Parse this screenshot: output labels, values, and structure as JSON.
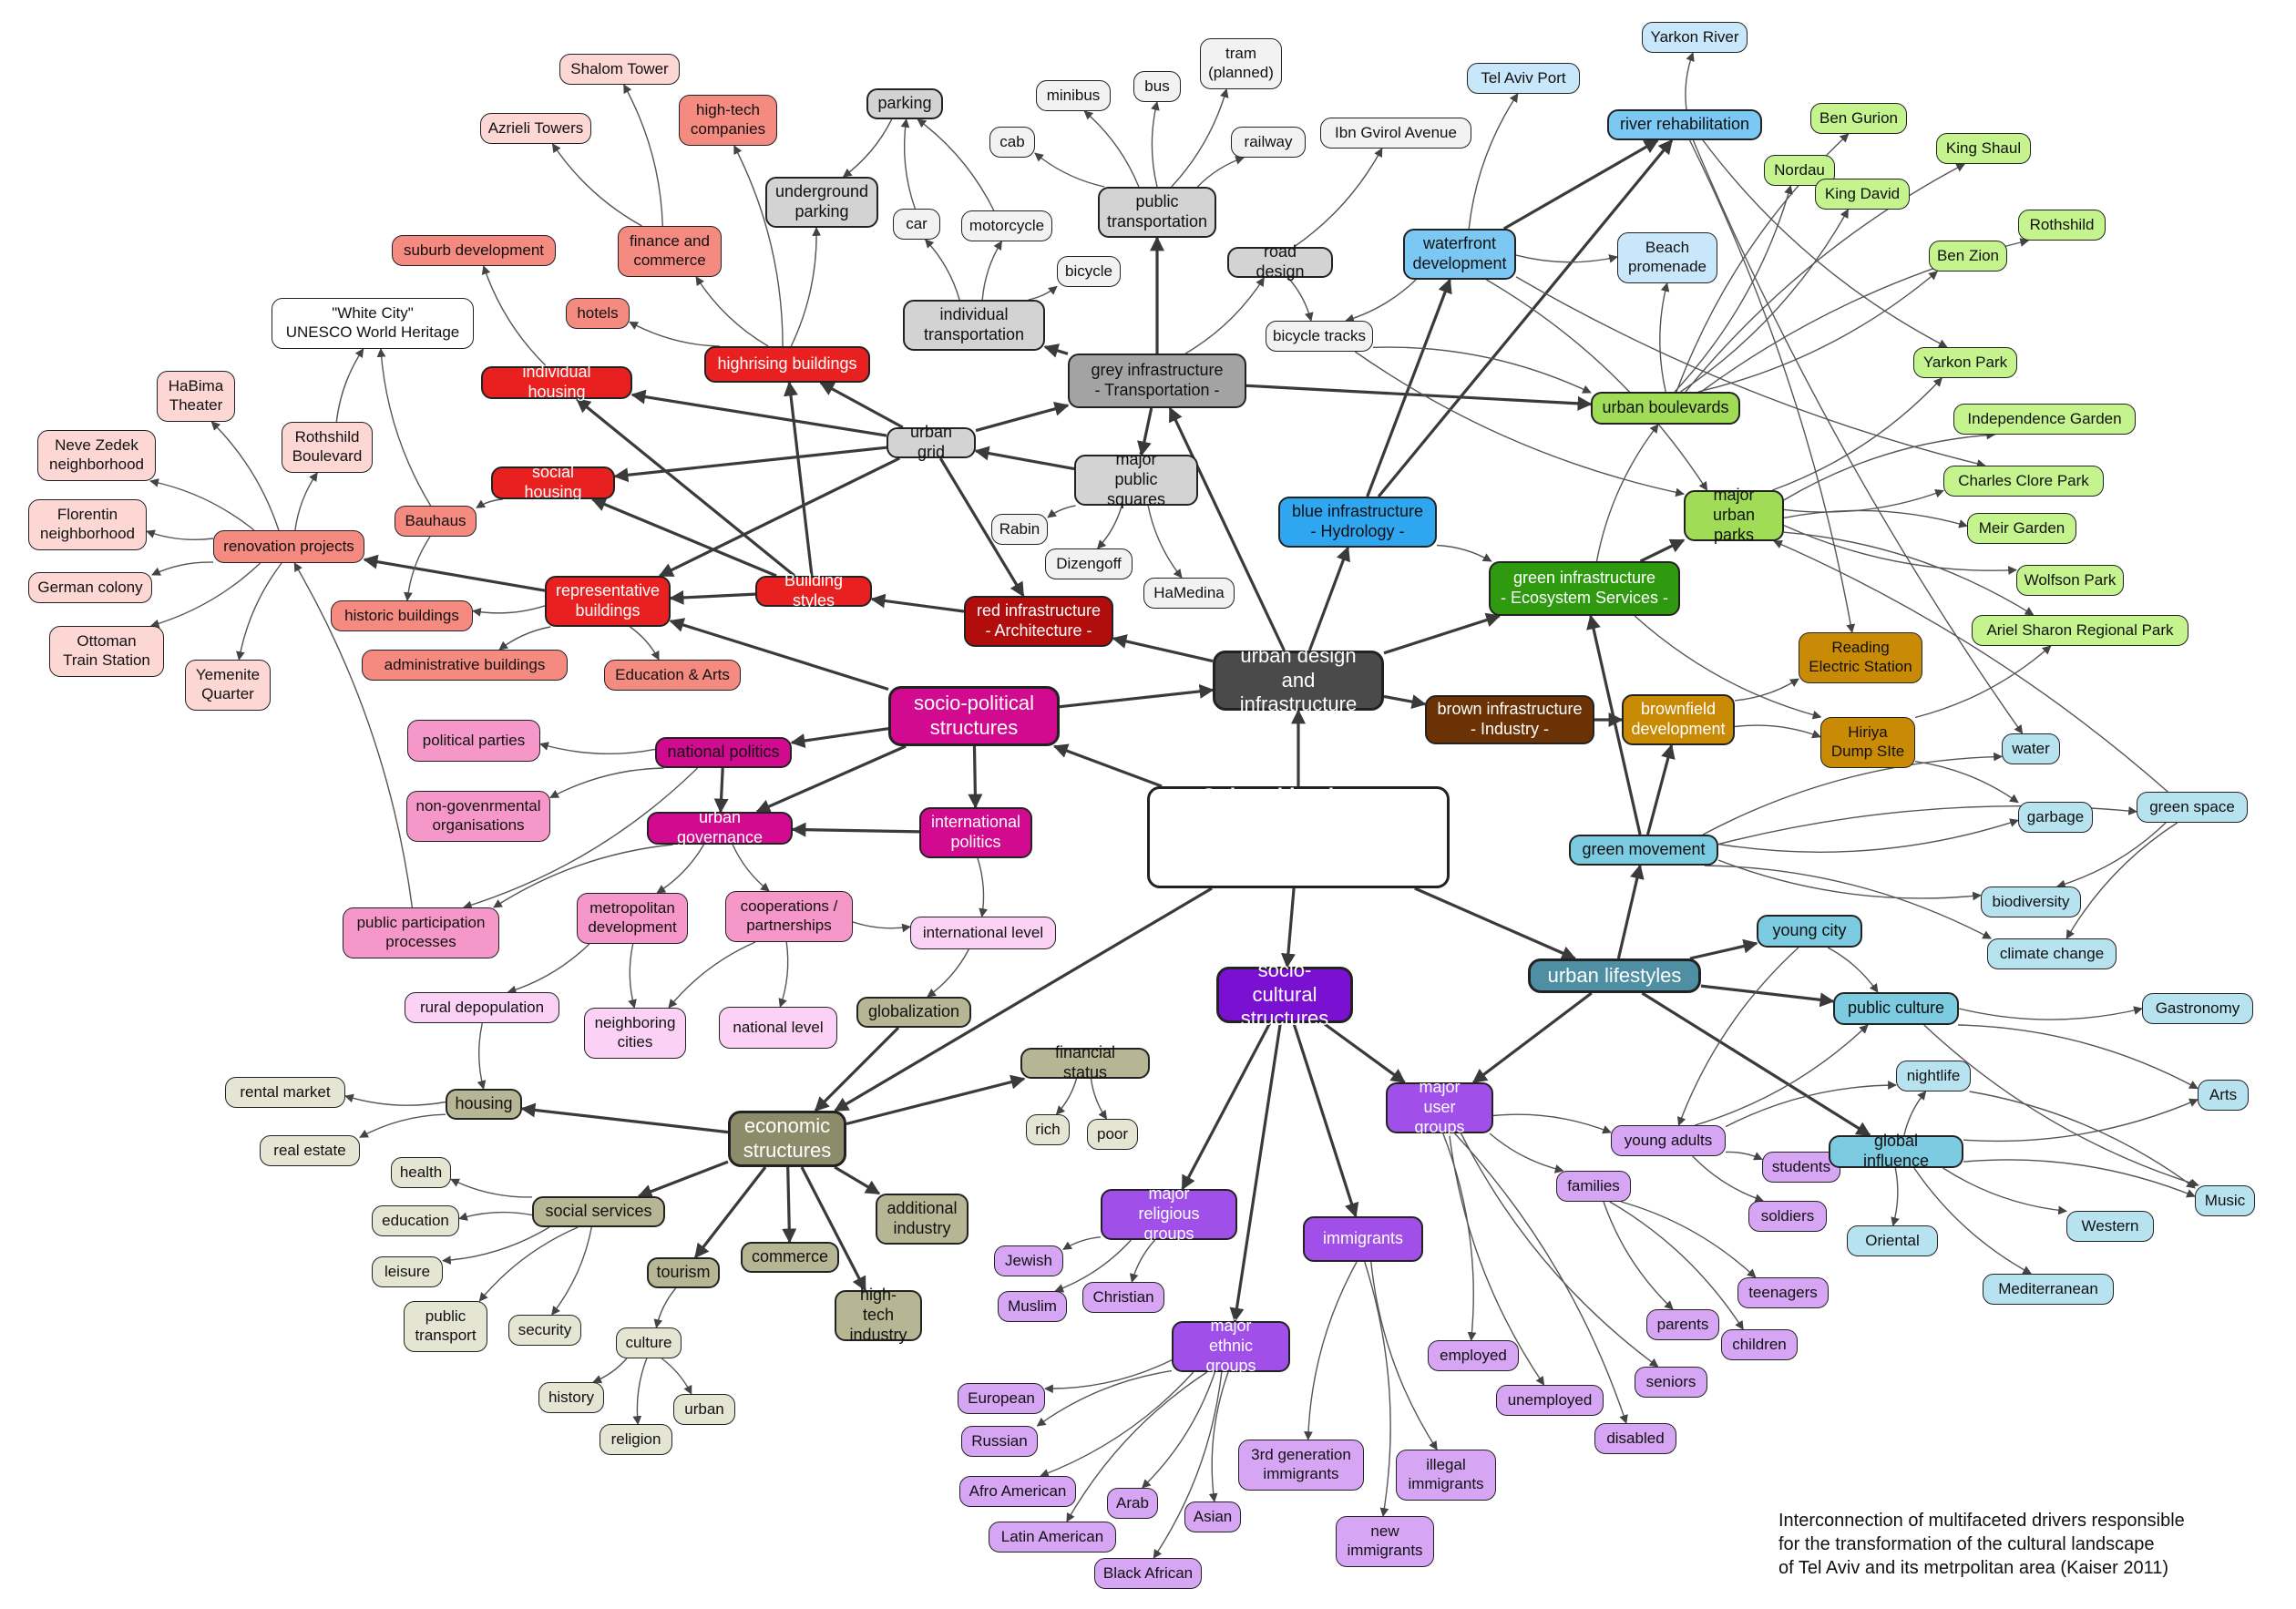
{
  "caption": {
    "line1": "Interconnection of multifaceted drivers responsible",
    "line2": "for the transformation of the cultural landscape",
    "line3": "of Tel Aviv and its metrpolitan area (Kaiser 2011)"
  },
  "colors": {
    "root": "#ffffff",
    "red": "#e8201f",
    "red_mid": "#f58a80",
    "red_light": "#fdd7d3",
    "red_dark": "#b20d0d",
    "grey": "#a3a3a3",
    "grey_light": "#d3d3d3",
    "grey_lighter": "#f2f2f2",
    "center_dark": "#4a4a4a",
    "blue": "#2fa6f0",
    "blue_light": "#7cc8f4",
    "blue_lighter": "#c9e7fb",
    "green": "#2f9a10",
    "green_mid": "#a0dc55",
    "green_light": "#c5f48e",
    "brown": "#6b3305",
    "ochre": "#c98a06",
    "magenta": "#d10a8f",
    "magenta_light": "#f598c9",
    "pink_lighter": "#fbd2f5",
    "purple": "#7a10d1",
    "purple_mid": "#a04fe8",
    "purple_light": "#d6a6f5",
    "teal": "#4e8fa3",
    "cyan_mid": "#7ccbe0",
    "cyan_light": "#b7e2ef",
    "olive": "#8c8b6a",
    "olive_mid": "#b7b694",
    "olive_light": "#e5e5d3",
    "edge": "#444444"
  },
  "diagram": {
    "nodes": [
      {
        "id": "root",
        "label": "Cultural landscape\nof Tel Aviv\nand its metropolitan area",
        "kind": "root"
      },
      {
        "id": "urban_design",
        "label": "urban design\nand infrastructure",
        "kind": "l1"
      },
      {
        "id": "socio_political",
        "label": "socio-political\nstructures",
        "kind": "l1"
      },
      {
        "id": "socio_cultural",
        "label": "socio-cultural\nstructures",
        "kind": "l1"
      },
      {
        "id": "economic",
        "label": "economic\nstructures",
        "kind": "l1"
      },
      {
        "id": "urban_lifestyles",
        "label": "urban lifestyles",
        "kind": "l1"
      },
      {
        "id": "grey_infra",
        "label": "grey infrastructure\n- Transportation -",
        "kind": "l2"
      },
      {
        "id": "red_infra",
        "label": "red infrastructure\n- Architecture -",
        "kind": "l2"
      },
      {
        "id": "blue_infra",
        "label": "blue infrastructure\n- Hydrology -",
        "kind": "l2"
      },
      {
        "id": "green_infra",
        "label": "green infrastructure\n- Ecosystem Services -",
        "kind": "l2"
      },
      {
        "id": "brown_infra",
        "label": "brown infrastructure\n- Industry -",
        "kind": "l2"
      },
      {
        "id": "public_transport",
        "label": "public\ntransportation",
        "kind": "l3"
      },
      {
        "id": "individual_transport",
        "label": "individual\ntransportation",
        "kind": "l3"
      },
      {
        "id": "urban_grid",
        "label": "urban grid",
        "kind": "l3"
      },
      {
        "id": "major_squares",
        "label": "major\npublic squares",
        "kind": "l3"
      },
      {
        "id": "road_design",
        "label": "road design",
        "kind": "l3"
      },
      {
        "id": "bicycle_tracks",
        "label": "bicycle tracks",
        "kind": "l4"
      },
      {
        "id": "parking",
        "label": "parking",
        "kind": "l3"
      },
      {
        "id": "underground_parking",
        "label": "underground\nparking",
        "kind": "l3"
      },
      {
        "id": "car",
        "label": "car",
        "kind": "l4"
      },
      {
        "id": "motorcycle",
        "label": "motorcycle",
        "kind": "l4"
      },
      {
        "id": "bicycle",
        "label": "bicycle",
        "kind": "l4"
      },
      {
        "id": "cab",
        "label": "cab",
        "kind": "l4"
      },
      {
        "id": "minibus",
        "label": "minibus",
        "kind": "l4"
      },
      {
        "id": "bus",
        "label": "bus",
        "kind": "l4"
      },
      {
        "id": "tram",
        "label": "tram\n(planned)",
        "kind": "l4"
      },
      {
        "id": "railway",
        "label": "railway",
        "kind": "l4"
      },
      {
        "id": "ibn_gvirol",
        "label": "Ibn Gvirol Avenue",
        "kind": "l4"
      },
      {
        "id": "rabin",
        "label": "Rabin",
        "kind": "l4"
      },
      {
        "id": "dizengoff",
        "label": "Dizengoff",
        "kind": "l4"
      },
      {
        "id": "hamedina",
        "label": "HaMedina",
        "kind": "l4"
      },
      {
        "id": "highrising",
        "label": "highrising buildings",
        "kind": "l3"
      },
      {
        "id": "individual_housing",
        "label": "individual housing",
        "kind": "l3"
      },
      {
        "id": "social_housing",
        "label": "social housing",
        "kind": "l3"
      },
      {
        "id": "representative_buildings",
        "label": "representative\nbuildings",
        "kind": "l3"
      },
      {
        "id": "building_styles",
        "label": "Building styles",
        "kind": "l3"
      },
      {
        "id": "finance",
        "label": "finance and\ncommerce",
        "kind": "l4"
      },
      {
        "id": "hightech_companies",
        "label": "high-tech\ncompanies",
        "kind": "l4"
      },
      {
        "id": "hotels",
        "label": "hotels",
        "kind": "l4"
      },
      {
        "id": "suburb",
        "label": "suburb development",
        "kind": "l4"
      },
      {
        "id": "bauhaus",
        "label": "Bauhaus",
        "kind": "l4"
      },
      {
        "id": "historic",
        "label": "historic buildings",
        "kind": "l4"
      },
      {
        "id": "admin_buildings",
        "label": "administrative buildings",
        "kind": "l4"
      },
      {
        "id": "education_arts",
        "label": "Education & Arts",
        "kind": "l4"
      },
      {
        "id": "renovation",
        "label": "renovation projects",
        "kind": "l4"
      },
      {
        "id": "azrieli",
        "label": "Azrieli Towers",
        "kind": "l5"
      },
      {
        "id": "shalom",
        "label": "Shalom Tower",
        "kind": "l5"
      },
      {
        "id": "white_city",
        "label": "\"White City\"\nUNESCO World Heritage",
        "kind": "l5"
      },
      {
        "id": "habima",
        "label": "HaBima\nTheater",
        "kind": "l5"
      },
      {
        "id": "rothshild_blvd",
        "label": "Rothshild\nBoulevard",
        "kind": "l5"
      },
      {
        "id": "neve_zedek",
        "label": "Neve Zedek\nneighborhood",
        "kind": "l5"
      },
      {
        "id": "florentin",
        "label": "Florentin\nneighborhood",
        "kind": "l5"
      },
      {
        "id": "german_colony",
        "label": "German colony",
        "kind": "l5"
      },
      {
        "id": "ottoman",
        "label": "Ottoman\nTrain Station",
        "kind": "l5"
      },
      {
        "id": "yemenite",
        "label": "Yemenite\nQuarter",
        "kind": "l5"
      },
      {
        "id": "waterfront",
        "label": "waterfront\ndevelopment",
        "kind": "l3"
      },
      {
        "id": "river_rehab",
        "label": "river rehabilitation",
        "kind": "l3"
      },
      {
        "id": "tel_aviv_port",
        "label": "Tel Aviv Port",
        "kind": "l4"
      },
      {
        "id": "yarkon_river",
        "label": "Yarkon River",
        "kind": "l4"
      },
      {
        "id": "beach_promenade",
        "label": "Beach\npromenade",
        "kind": "l4"
      },
      {
        "id": "urban_boulevards",
        "label": "urban boulevards",
        "kind": "l3"
      },
      {
        "id": "major_parks",
        "label": "major\nurban parks",
        "kind": "l3"
      },
      {
        "id": "ben_gurion",
        "label": "Ben Gurion",
        "kind": "l4"
      },
      {
        "id": "nordau",
        "label": "Nordau",
        "kind": "l4"
      },
      {
        "id": "king_shaul",
        "label": "King Shaul",
        "kind": "l4"
      },
      {
        "id": "king_david",
        "label": "King David",
        "kind": "l4"
      },
      {
        "id": "rothshild",
        "label": "Rothshild",
        "kind": "l4"
      },
      {
        "id": "ben_zion",
        "label": "Ben Zion",
        "kind": "l4"
      },
      {
        "id": "yarkon_park",
        "label": "Yarkon Park",
        "kind": "l4"
      },
      {
        "id": "independence_garden",
        "label": "Independence Garden",
        "kind": "l4"
      },
      {
        "id": "charles_clore",
        "label": "Charles Clore Park",
        "kind": "l4"
      },
      {
        "id": "meir_garden",
        "label": "Meir Garden",
        "kind": "l4"
      },
      {
        "id": "wolfson",
        "label": "Wolfson Park",
        "kind": "l4"
      },
      {
        "id": "ariel_sharon",
        "label": "Ariel Sharon Regional Park",
        "kind": "l4"
      },
      {
        "id": "brownfield",
        "label": "brownfield\ndevelopment",
        "kind": "l3"
      },
      {
        "id": "reading",
        "label": "Reading\nElectric Station",
        "kind": "l4"
      },
      {
        "id": "hiriya",
        "label": "Hiriya\nDump SIte",
        "kind": "l4"
      },
      {
        "id": "green_movement",
        "label": "green movement",
        "kind": "l3"
      },
      {
        "id": "water",
        "label": "water",
        "kind": "l4"
      },
      {
        "id": "garbage",
        "label": "garbage",
        "kind": "l4"
      },
      {
        "id": "green_space",
        "label": "green space",
        "kind": "l4"
      },
      {
        "id": "biodiversity",
        "label": "biodiversity",
        "kind": "l4"
      },
      {
        "id": "climate_change",
        "label": "climate change",
        "kind": "l4"
      },
      {
        "id": "national_politics",
        "label": "national politics",
        "kind": "l3"
      },
      {
        "id": "urban_governance",
        "label": "urban governance",
        "kind": "l3"
      },
      {
        "id": "international_politics",
        "label": "international\npolitics",
        "kind": "l3"
      },
      {
        "id": "political_parties",
        "label": "political parties",
        "kind": "l4"
      },
      {
        "id": "ngo",
        "label": "non-govenrmental\norganisations",
        "kind": "l4"
      },
      {
        "id": "public_participation",
        "label": "public participation\nprocesses",
        "kind": "l4"
      },
      {
        "id": "metro_dev",
        "label": "metropolitan\ndevelopment",
        "kind": "l4"
      },
      {
        "id": "cooperations",
        "label": "cooperations /\npartnerships",
        "kind": "l4"
      },
      {
        "id": "international_level",
        "label": "international level",
        "kind": "l5"
      },
      {
        "id": "national_level",
        "label": "national level",
        "kind": "l5"
      },
      {
        "id": "neighboring_cities",
        "label": "neighboring\ncities",
        "kind": "l5"
      },
      {
        "id": "rural_depop",
        "label": "rural depopulation",
        "kind": "l5"
      },
      {
        "id": "globalization",
        "label": "globalization",
        "kind": "l3"
      },
      {
        "id": "financial_status",
        "label": "financial status",
        "kind": "l3"
      },
      {
        "id": "rich",
        "label": "rich",
        "kind": "l4"
      },
      {
        "id": "poor",
        "label": "poor",
        "kind": "l4"
      },
      {
        "id": "housing",
        "label": "housing",
        "kind": "l3"
      },
      {
        "id": "rental_market",
        "label": "rental market",
        "kind": "l4"
      },
      {
        "id": "real_estate",
        "label": "real estate",
        "kind": "l4"
      },
      {
        "id": "social_services",
        "label": "social services",
        "kind": "l3"
      },
      {
        "id": "health",
        "label": "health",
        "kind": "l4"
      },
      {
        "id": "education",
        "label": "education",
        "kind": "l4"
      },
      {
        "id": "leisure",
        "label": "leisure",
        "kind": "l4"
      },
      {
        "id": "public_transport_ss",
        "label": "public\ntransport",
        "kind": "l4"
      },
      {
        "id": "security",
        "label": "security",
        "kind": "l4"
      },
      {
        "id": "tourism",
        "label": "tourism",
        "kind": "l3"
      },
      {
        "id": "culture",
        "label": "culture",
        "kind": "l4"
      },
      {
        "id": "history",
        "label": "history",
        "kind": "l4"
      },
      {
        "id": "religion",
        "label": "religion",
        "kind": "l4"
      },
      {
        "id": "urban_t",
        "label": "urban",
        "kind": "l4"
      },
      {
        "id": "commerce",
        "label": "commerce",
        "kind": "l3"
      },
      {
        "id": "additional_industry",
        "label": "additional\nindustry",
        "kind": "l3"
      },
      {
        "id": "hightech_industry",
        "label": "high-tech\nindustry",
        "kind": "l3"
      },
      {
        "id": "religious_groups",
        "label": "major\nreligious groups",
        "kind": "l3"
      },
      {
        "id": "jewish",
        "label": "Jewish",
        "kind": "l4"
      },
      {
        "id": "muslim",
        "label": "Muslim",
        "kind": "l4"
      },
      {
        "id": "christian",
        "label": "Christian",
        "kind": "l4"
      },
      {
        "id": "ethnic_groups",
        "label": "major\nethnic groups",
        "kind": "l3"
      },
      {
        "id": "european",
        "label": "European",
        "kind": "l4"
      },
      {
        "id": "russian",
        "label": "Russian",
        "kind": "l4"
      },
      {
        "id": "afro_american",
        "label": "Afro American",
        "kind": "l4"
      },
      {
        "id": "latin_american",
        "label": "Latin American",
        "kind": "l4"
      },
      {
        "id": "arab",
        "label": "Arab",
        "kind": "l4"
      },
      {
        "id": "asian",
        "label": "Asian",
        "kind": "l4"
      },
      {
        "id": "black_african",
        "label": "Black African",
        "kind": "l4"
      },
      {
        "id": "immigrants",
        "label": "immigrants",
        "kind": "l3"
      },
      {
        "id": "third_gen",
        "label": "3rd generation\nimmigrants",
        "kind": "l4"
      },
      {
        "id": "new_immigrants",
        "label": "new\nimmigrants",
        "kind": "l4"
      },
      {
        "id": "illegal_immigrants",
        "label": "illegal\nimmigrants",
        "kind": "l4"
      },
      {
        "id": "major_user_groups",
        "label": "major\nuser groups",
        "kind": "l3"
      },
      {
        "id": "young_adults",
        "label": "young adults",
        "kind": "l4"
      },
      {
        "id": "students",
        "label": "students",
        "kind": "l4"
      },
      {
        "id": "soldiers",
        "label": "soldiers",
        "kind": "l4"
      },
      {
        "id": "families",
        "label": "families",
        "kind": "l4"
      },
      {
        "id": "teenagers",
        "label": "teenagers",
        "kind": "l4"
      },
      {
        "id": "parents",
        "label": "parents",
        "kind": "l4"
      },
      {
        "id": "children",
        "label": "children",
        "kind": "l4"
      },
      {
        "id": "seniors",
        "label": "seniors",
        "kind": "l4"
      },
      {
        "id": "employed",
        "label": "employed",
        "kind": "l4"
      },
      {
        "id": "unemployed",
        "label": "unemployed",
        "kind": "l4"
      },
      {
        "id": "disabled",
        "label": "disabled",
        "kind": "l4"
      },
      {
        "id": "young_city",
        "label": "young city",
        "kind": "l3"
      },
      {
        "id": "public_culture",
        "label": "public culture",
        "kind": "l3"
      },
      {
        "id": "global_influence",
        "label": "global influence",
        "kind": "l3"
      },
      {
        "id": "gastronomy",
        "label": "Gastronomy",
        "kind": "l4"
      },
      {
        "id": "nightlife",
        "label": "nightlife",
        "kind": "l4"
      },
      {
        "id": "arts",
        "label": "Arts",
        "kind": "l4"
      },
      {
        "id": "music",
        "label": "Music",
        "kind": "l4"
      },
      {
        "id": "western",
        "label": "Western",
        "kind": "l4"
      },
      {
        "id": "oriental",
        "label": "Oriental",
        "kind": "l4"
      },
      {
        "id": "mediterranean",
        "label": "Mediterranean",
        "kind": "l4"
      }
    ]
  }
}
